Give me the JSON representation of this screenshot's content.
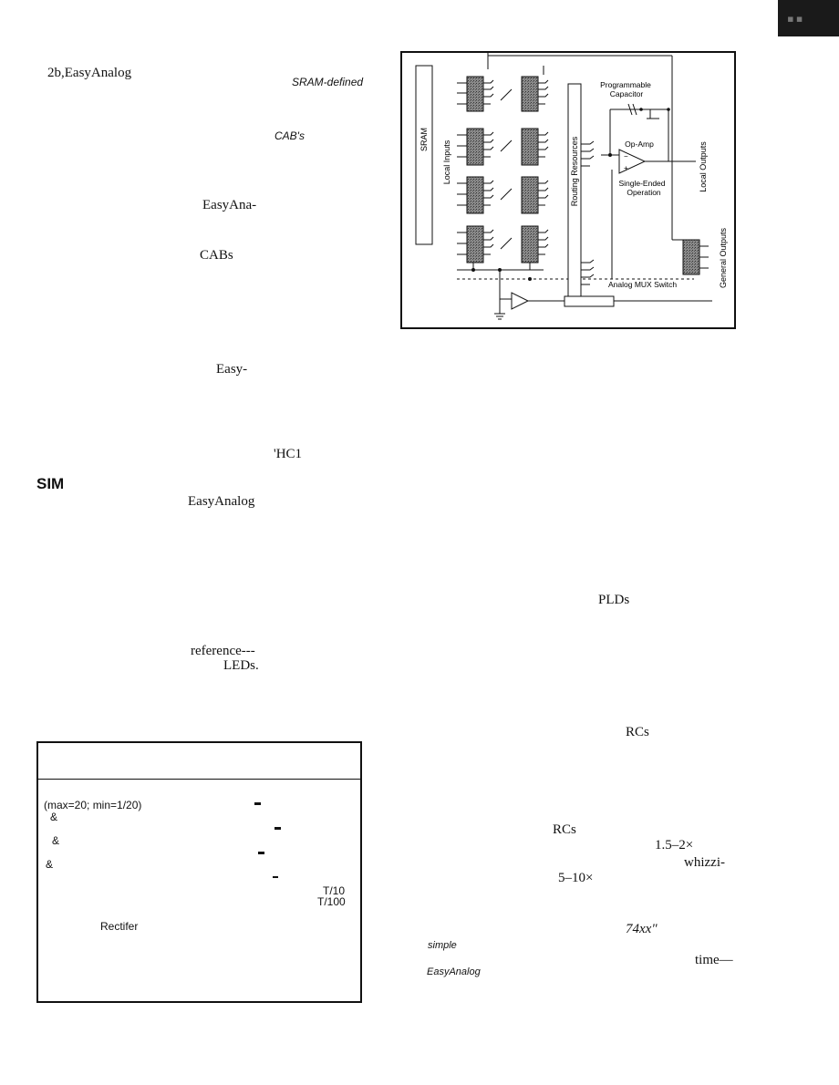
{
  "corner_tab": {
    "glyph": "▪▪"
  },
  "left_column": {
    "fragments": [
      {
        "id": "f1",
        "text": "2b,EasyAnalog"
      },
      {
        "id": "f2",
        "text": "SRAM-defined"
      },
      {
        "id": "f3",
        "text": "CAB's"
      },
      {
        "id": "f4",
        "text": "EasyAna-"
      },
      {
        "id": "f5",
        "text": "CABs"
      },
      {
        "id": "f6",
        "text": "Easy-"
      },
      {
        "id": "f7",
        "text": "'HC1"
      },
      {
        "id": "f8",
        "text": "SIM"
      },
      {
        "id": "f9",
        "text": "EasyAnalog"
      },
      {
        "id": "f10",
        "text": "reference---"
      },
      {
        "id": "f11",
        "text": "LEDs."
      }
    ]
  },
  "right_column": {
    "fragments": [
      {
        "id": "r1",
        "text": "PLDs"
      },
      {
        "id": "r2",
        "text": "RCs"
      },
      {
        "id": "r3",
        "text": "RCs"
      },
      {
        "id": "r4",
        "text": "1.5–2×"
      },
      {
        "id": "r5",
        "text": "whizzi-"
      },
      {
        "id": "r6",
        "text": "5–10×"
      },
      {
        "id": "r7",
        "text": "74xx\""
      },
      {
        "id": "r8",
        "text": "simple"
      },
      {
        "id": "r9",
        "text": "time—"
      },
      {
        "id": "r10",
        "text": "EasyAnalog"
      }
    ]
  },
  "figure": {
    "labels": {
      "sram": "SRAM",
      "local_inputs": "Local Inputs",
      "routing_resources": "Routing Resources",
      "programmable": "Programmable",
      "capacitor": "Capacitor",
      "op_amp": "Op-Amp",
      "single_ended": "Single-Ended",
      "operation": "Operation",
      "local_outputs": "Local Outputs",
      "general_outputs": "General Outputs",
      "analog_mux_switch": "Analog MUX Switch"
    }
  },
  "table": {
    "fragments": [
      {
        "id": "t1",
        "text": "(max=20; min=1/20)"
      },
      {
        "id": "t2",
        "text": "&"
      },
      {
        "id": "t3",
        "text": "&"
      },
      {
        "id": "t4",
        "text": "&"
      },
      {
        "id": "t5",
        "text": "T/10"
      },
      {
        "id": "t6",
        "text": "T/100"
      },
      {
        "id": "t7",
        "text": "Rectifer"
      }
    ]
  }
}
